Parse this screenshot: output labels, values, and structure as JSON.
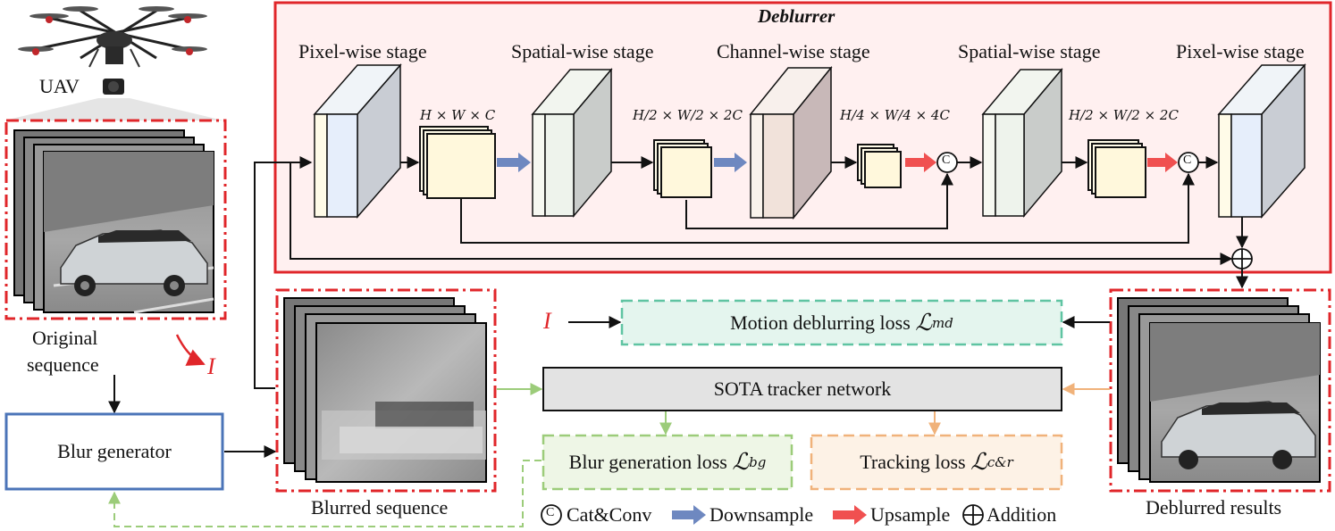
{
  "uav": {
    "label": "UAV"
  },
  "deblurrer": {
    "title": "Deblurrer",
    "stages": [
      "Pixel-wise stage",
      "Spatial-wise stage",
      "Channel-wise stage",
      "Spatial-wise stage",
      "Pixel-wise stage"
    ],
    "dims": [
      "H × W × C",
      "H/2 × W/2 × 2C",
      "H/4 × W/4 × 4C",
      "H/2 × W/2 × 2C"
    ]
  },
  "sequences": {
    "original": [
      "Original",
      "sequence"
    ],
    "blurred": "Blurred sequence",
    "deblurred": "Deblurred results"
  },
  "blur_generator": {
    "label": "Blur generator"
  },
  "input_symbol": "I",
  "losses": {
    "motion": {
      "label": "Motion deblurring loss",
      "symbol": "ℒ",
      "sub": "md"
    },
    "blur": {
      "label": "Blur generation loss",
      "symbol": "ℒ",
      "sub": "bg"
    },
    "tracking": {
      "label": "Tracking loss",
      "symbol": "ℒ",
      "sub": "c&r"
    }
  },
  "tracker": {
    "label": "SOTA tracker network"
  },
  "legend": {
    "catconv": "Cat&Conv",
    "catconv_symbol": "C",
    "downsample": "Downsample",
    "upsample": "Upsample",
    "addition": "Addition"
  },
  "colors": {
    "red_dashdot": "#e0262a",
    "deblurrer_bg": "#fff0f0",
    "blur_gen_border": "#4b74b8",
    "motion_loss": "#5fc4a2",
    "blur_loss": "#9ccc7a",
    "tracking_loss": "#f0b27a",
    "downsample_arrow": "#6e88c0",
    "upsample_arrow": "#f05050"
  }
}
